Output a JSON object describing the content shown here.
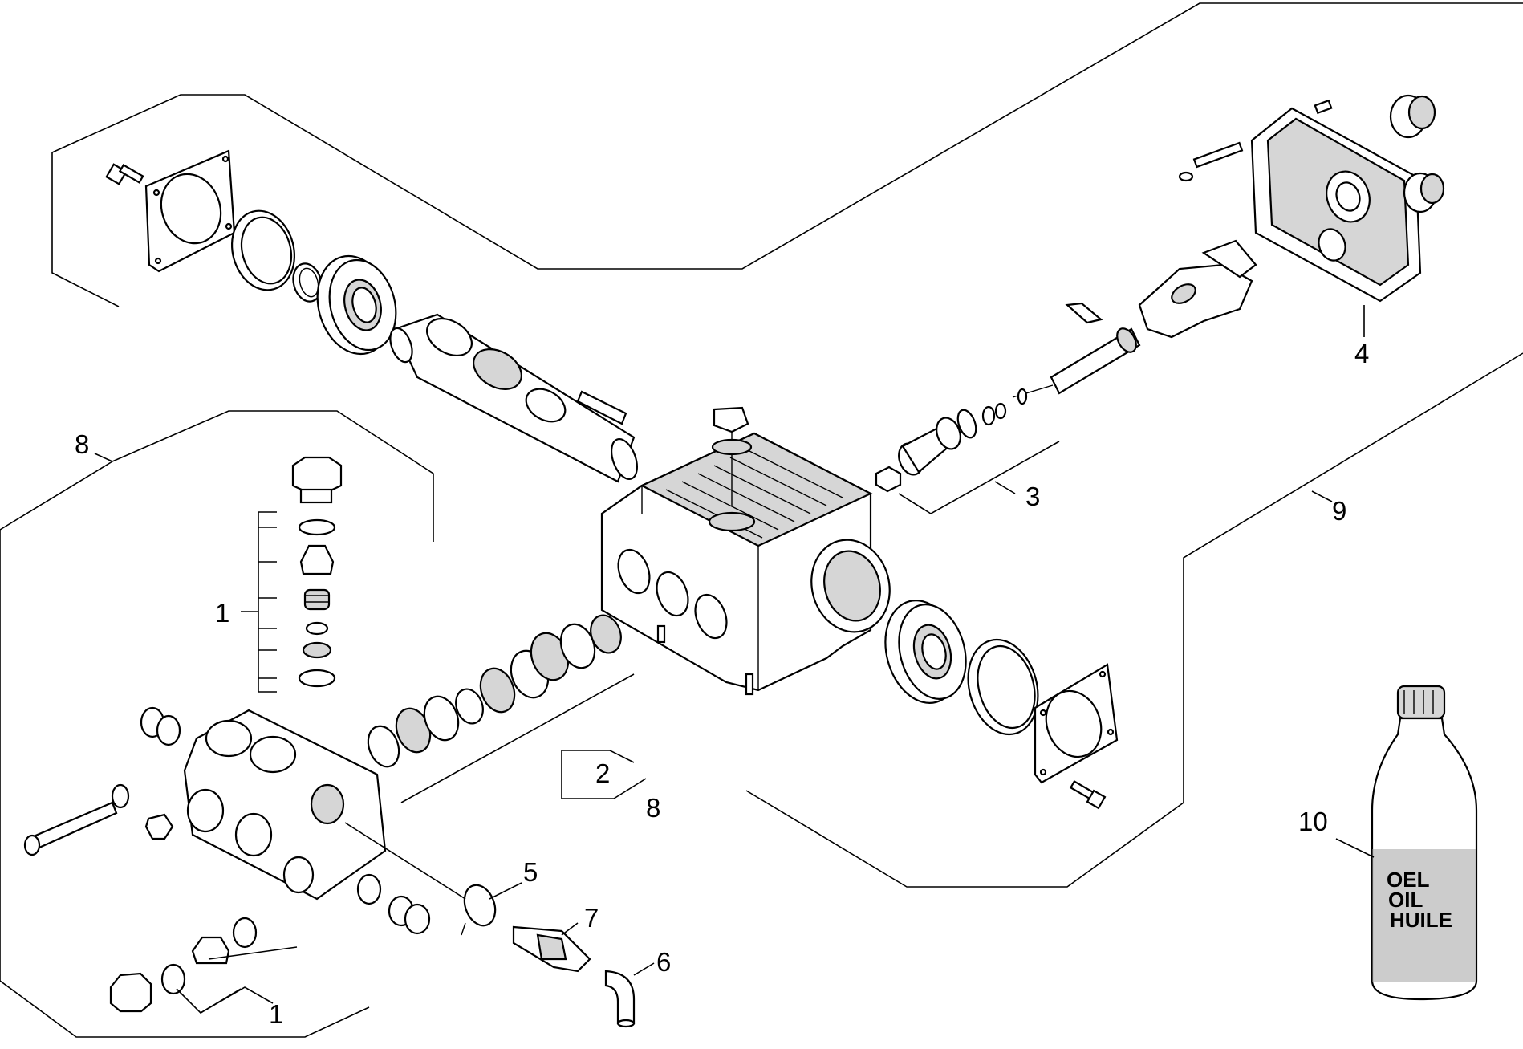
{
  "callouts": {
    "c1a": "1",
    "c1b": "1",
    "c2": "2",
    "c3": "3",
    "c4": "4",
    "c5": "5",
    "c6": "6",
    "c7": "7",
    "c8a": "8",
    "c8b": "8",
    "c9": "9",
    "c10": "10"
  },
  "bottle_label": {
    "line1": "OEL",
    "line2": "OIL",
    "line3": "HUILE"
  }
}
